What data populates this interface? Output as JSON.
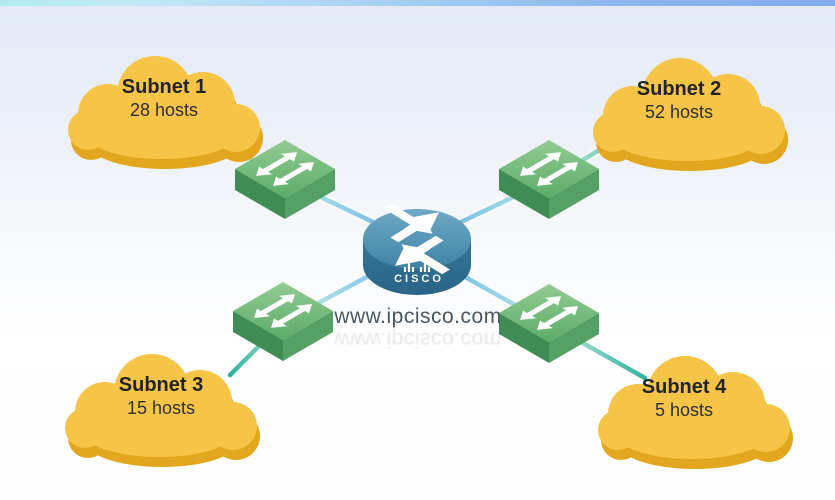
{
  "diagram": {
    "watermark": {
      "text": "www.ipcisco.com"
    },
    "router": {
      "brand": "CISCO"
    },
    "subnets": [
      {
        "name": "Subnet 1",
        "hosts": "28 hosts"
      },
      {
        "name": "Subnet 2",
        "hosts": "52 hosts"
      },
      {
        "name": "Subnet 3",
        "hosts": "15 hosts"
      },
      {
        "name": "Subnet 4",
        "hosts": "5 hosts"
      }
    ],
    "icons": {
      "subnet": "cloud-icon",
      "switch": "switch-double-arrows-icon",
      "router": "cisco-router-arrows-icon"
    },
    "colors": {
      "cloud_fill": "#f6c446",
      "cloud_shadow": "#e2a61f",
      "switch_top": "#6db574",
      "switch_side_left": "#3f8c54",
      "switch_side_right": "#55a065",
      "router_top": "#5290b1",
      "router_side": "#2e6f92",
      "link_teal": "#2fb29e",
      "link_blue": "#5ea8d4",
      "background_top_strip": "#8db6ee",
      "background": "#e9eef7"
    }
  }
}
